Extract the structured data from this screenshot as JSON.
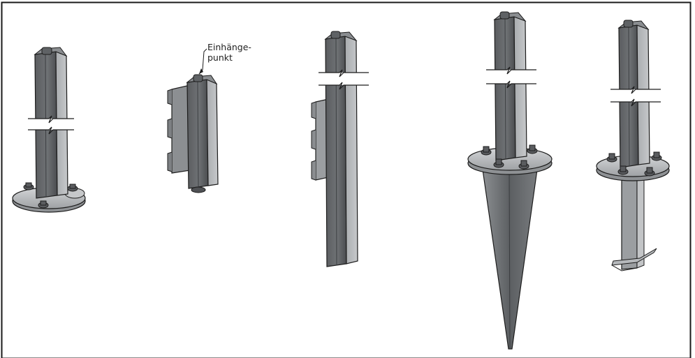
{
  "figure": {
    "background": "#ffffff",
    "frame_color": "#1a1a1a",
    "metal_dark": "#4f5154",
    "metal_mid": "#76797c",
    "metal_light": "#a7aaad",
    "base_light": "#c9cbcd",
    "outline": "#1c1c1c"
  },
  "callout": {
    "line1": "Einhänge-",
    "line2": "punkt"
  },
  "items": [
    {
      "name": "post-on-oval-foot-plate"
    },
    {
      "name": "post-with-wall-bracket-short"
    },
    {
      "name": "post-with-wall-bracket-long"
    },
    {
      "name": "post-with-ground-spike"
    },
    {
      "name": "post-with-round-flange-and-foot"
    }
  ]
}
